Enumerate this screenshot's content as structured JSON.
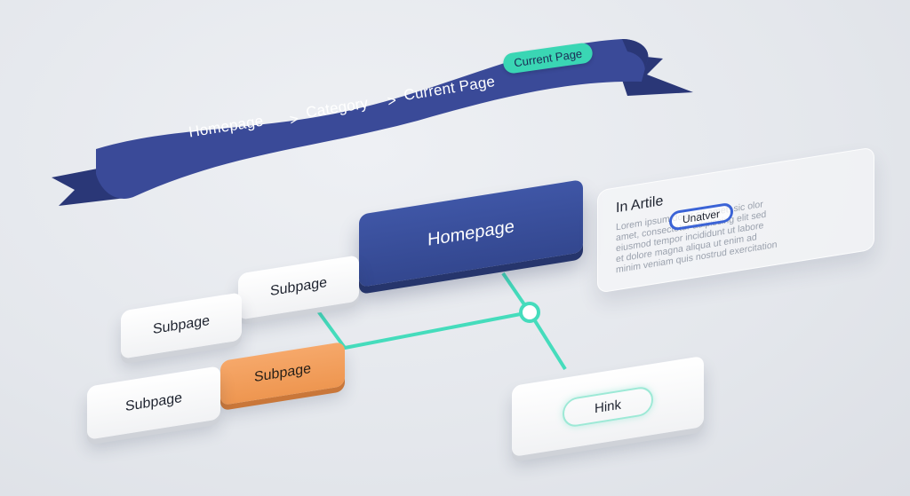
{
  "breadcrumb": {
    "items": [
      "Homepage",
      "Category",
      "Current Page"
    ],
    "separator": ">",
    "current_badge": "Current Page"
  },
  "tree": {
    "root": "Homepage",
    "subpages": [
      "Subpage",
      "Subpage",
      "Subpage",
      "Subpage"
    ],
    "link_card": "Hink"
  },
  "article": {
    "title": "In Artile",
    "highlight": "Unatver",
    "lines": [
      "Lorem ipsum dolor sit amet, sic olor",
      "amet, consectetur adipiscing elit sed",
      "eiusmod tempor incididunt ut labore",
      "et dolore magna aliqua ut enim ad",
      "minim veniam quis nostrud exercitation"
    ]
  },
  "colors": {
    "ribbon": "#3a4a98",
    "ribbon_dark": "#2a3777",
    "accent_teal": "#3ad6b4",
    "home_card": "#3a4f9e",
    "subpage_highlight": "#f2a05e",
    "connector": "#45dcbc",
    "selection_ring": "#3b63d6"
  }
}
